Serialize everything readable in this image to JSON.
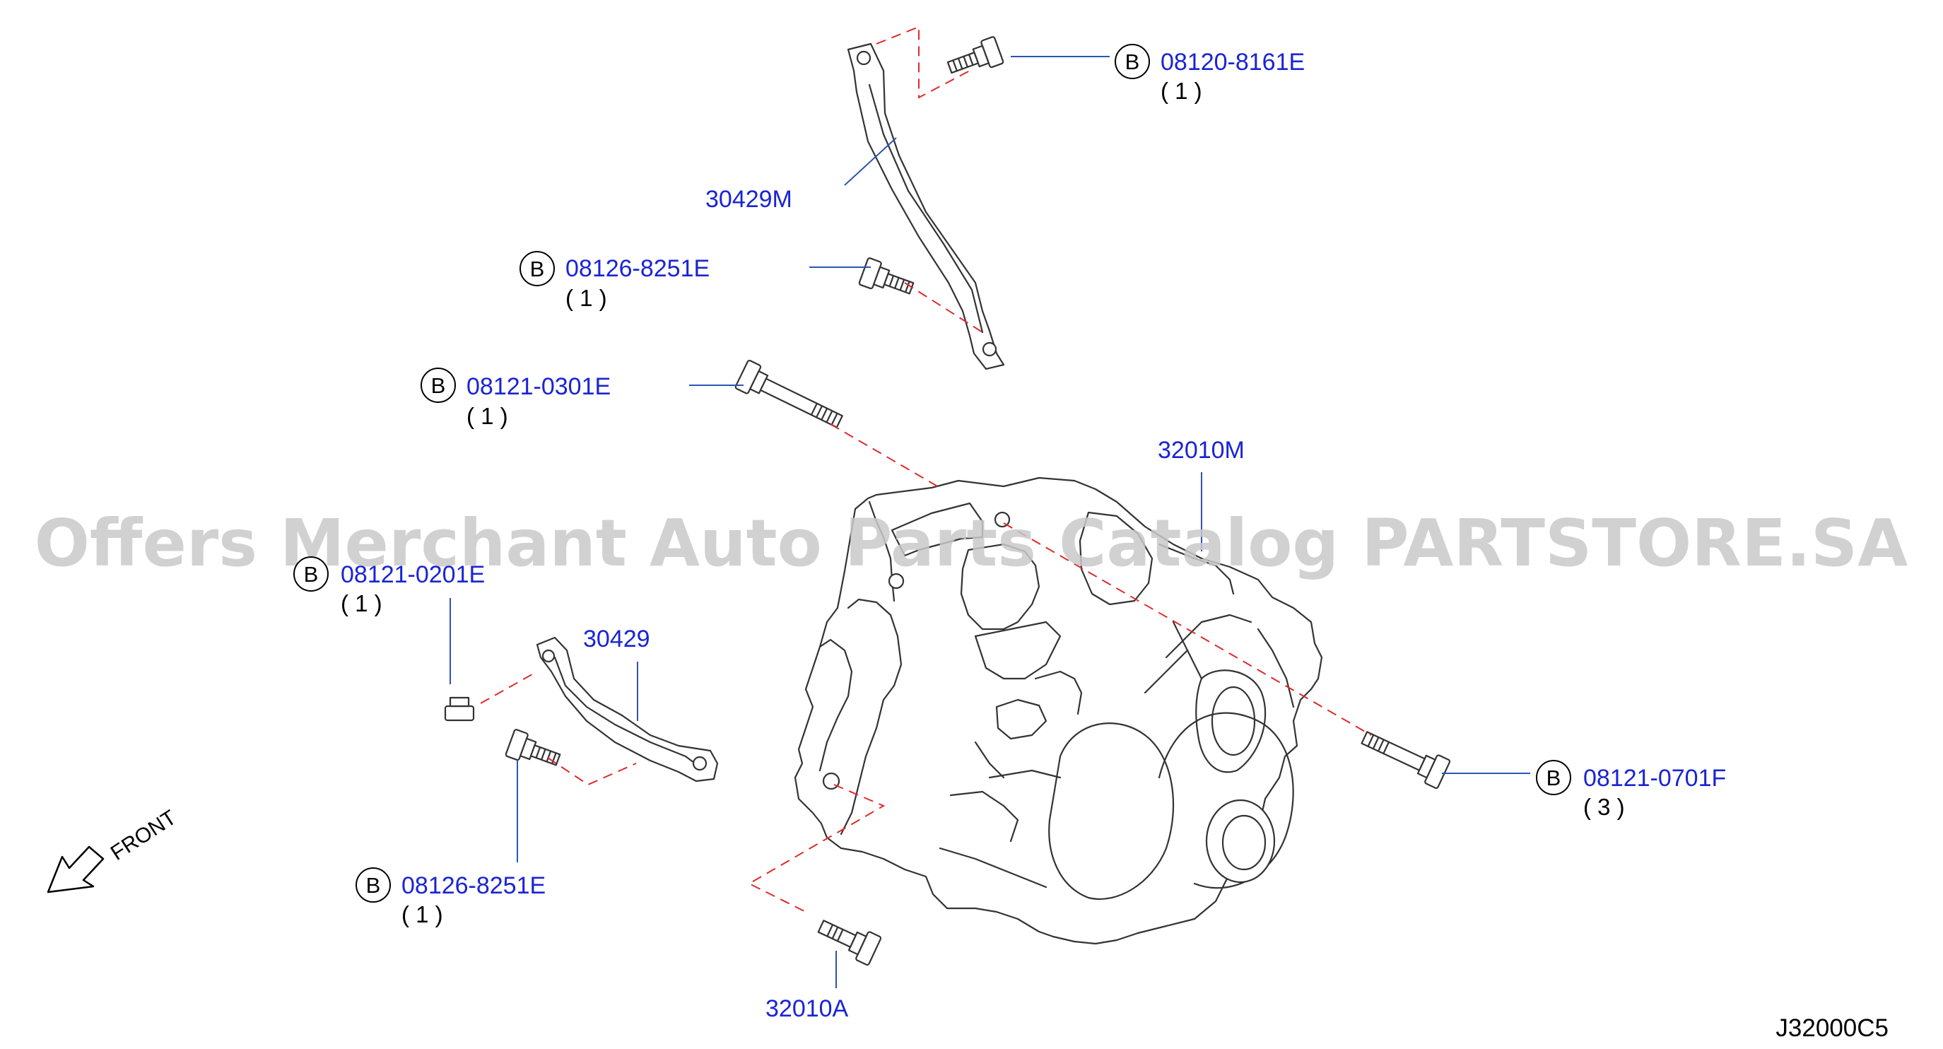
{
  "watermark": "Offers Merchant Auto Parts Catalog PARTSTORE.SA",
  "diagram_code": "J32000C5",
  "front_label": "FRONT",
  "callouts": {
    "bolt_top": {
      "badge": "B",
      "part": "08120-8161E",
      "qty": "( 1 )"
    },
    "bolt_upper_bracket": {
      "badge": "B",
      "part": "08126-8251E",
      "qty": "( 1 )"
    },
    "bolt_long": {
      "badge": "B",
      "part": "08121-0301E",
      "qty": "( 1 )"
    },
    "bolt_lower_bracket_top": {
      "badge": "B",
      "part": "08121-0201E",
      "qty": "( 1 )"
    },
    "bolt_lower_bracket_bottom": {
      "badge": "B",
      "part": "08126-8251E",
      "qty": "( 1 )"
    },
    "bolt_right": {
      "badge": "B",
      "part": "08121-0701F",
      "qty": "( 3 )"
    }
  },
  "parts": {
    "upper_bracket": "30429M",
    "lower_bracket": "30429",
    "transmission": "32010M",
    "bottom_bolt": "32010A"
  },
  "colors": {
    "part_number": "#1a24d4",
    "leader_line": "#2a55b5",
    "dashed_line": "#e02a2a",
    "outline": "#333333",
    "watermark": "#c9c9c9"
  }
}
